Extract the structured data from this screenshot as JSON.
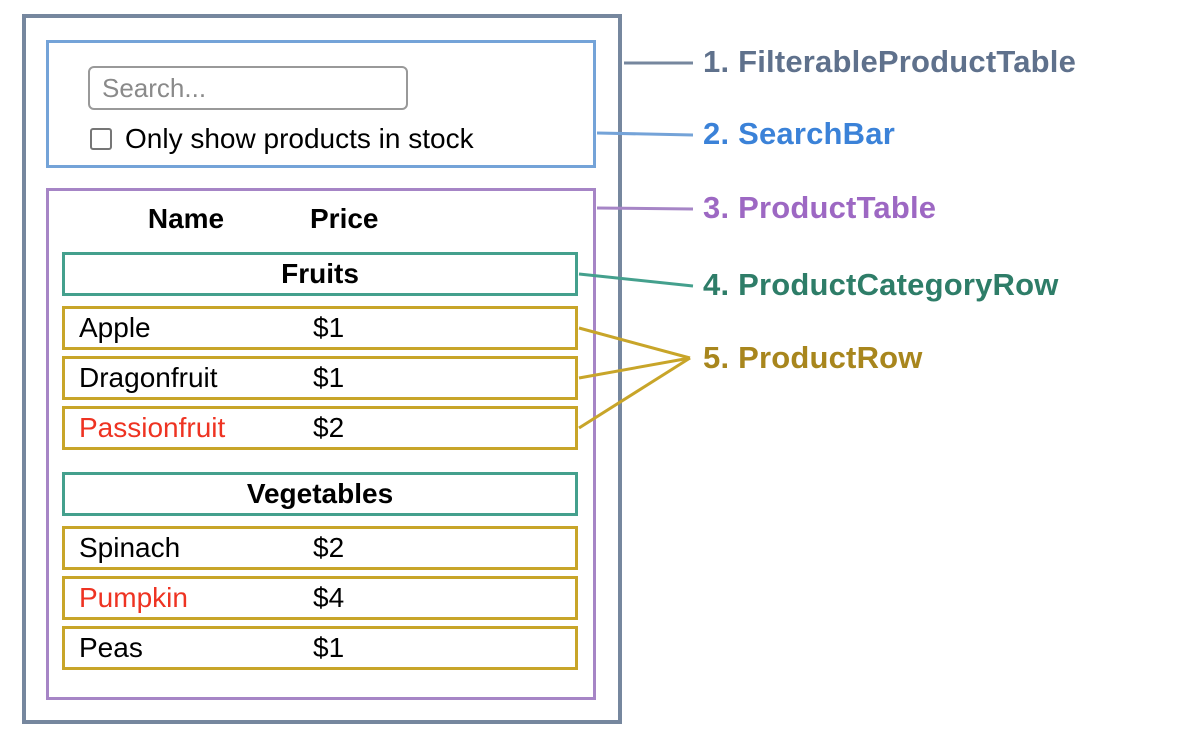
{
  "colors": {
    "outer_border": "#76879e",
    "searchbar_border": "#74a3d8",
    "table_border": "#a685c6",
    "category_border": "#44a08d",
    "product_border": "#c8a529",
    "out_of_stock_text": "#ee3322",
    "default_text": "#000000",
    "placeholder_text": "#8a8a8a"
  },
  "searchbar": {
    "placeholder": "Search...",
    "checkbox_label": "Only show products in stock"
  },
  "product_table": {
    "name_header": "Name",
    "price_header": "Price",
    "rows": [
      {
        "type": "category",
        "label": "Fruits"
      },
      {
        "type": "product",
        "name": "Apple",
        "price": "$1",
        "name_color": "#000000"
      },
      {
        "type": "product",
        "name": "Dragonfruit",
        "price": "$1",
        "name_color": "#000000"
      },
      {
        "type": "product",
        "name": "Passionfruit",
        "price": "$2",
        "name_color": "#ee3322"
      },
      {
        "type": "category",
        "label": "Vegetables"
      },
      {
        "type": "product",
        "name": "Spinach",
        "price": "$2",
        "name_color": "#000000"
      },
      {
        "type": "product",
        "name": "Pumpkin",
        "price": "$4",
        "name_color": "#ee3322"
      },
      {
        "type": "product",
        "name": "Peas",
        "price": "$1",
        "name_color": "#000000"
      }
    ]
  },
  "annotations": {
    "items": [
      {
        "label": "1. FilterableProductTable",
        "color": "#5f718c"
      },
      {
        "label": "2. SearchBar",
        "color": "#3b82d8"
      },
      {
        "label": "3. ProductTable",
        "color": "#9d68c3"
      },
      {
        "label": "4. ProductCategoryRow",
        "color": "#2e7d68"
      },
      {
        "label": "5. ProductRow",
        "color": "#a8861d"
      }
    ]
  }
}
